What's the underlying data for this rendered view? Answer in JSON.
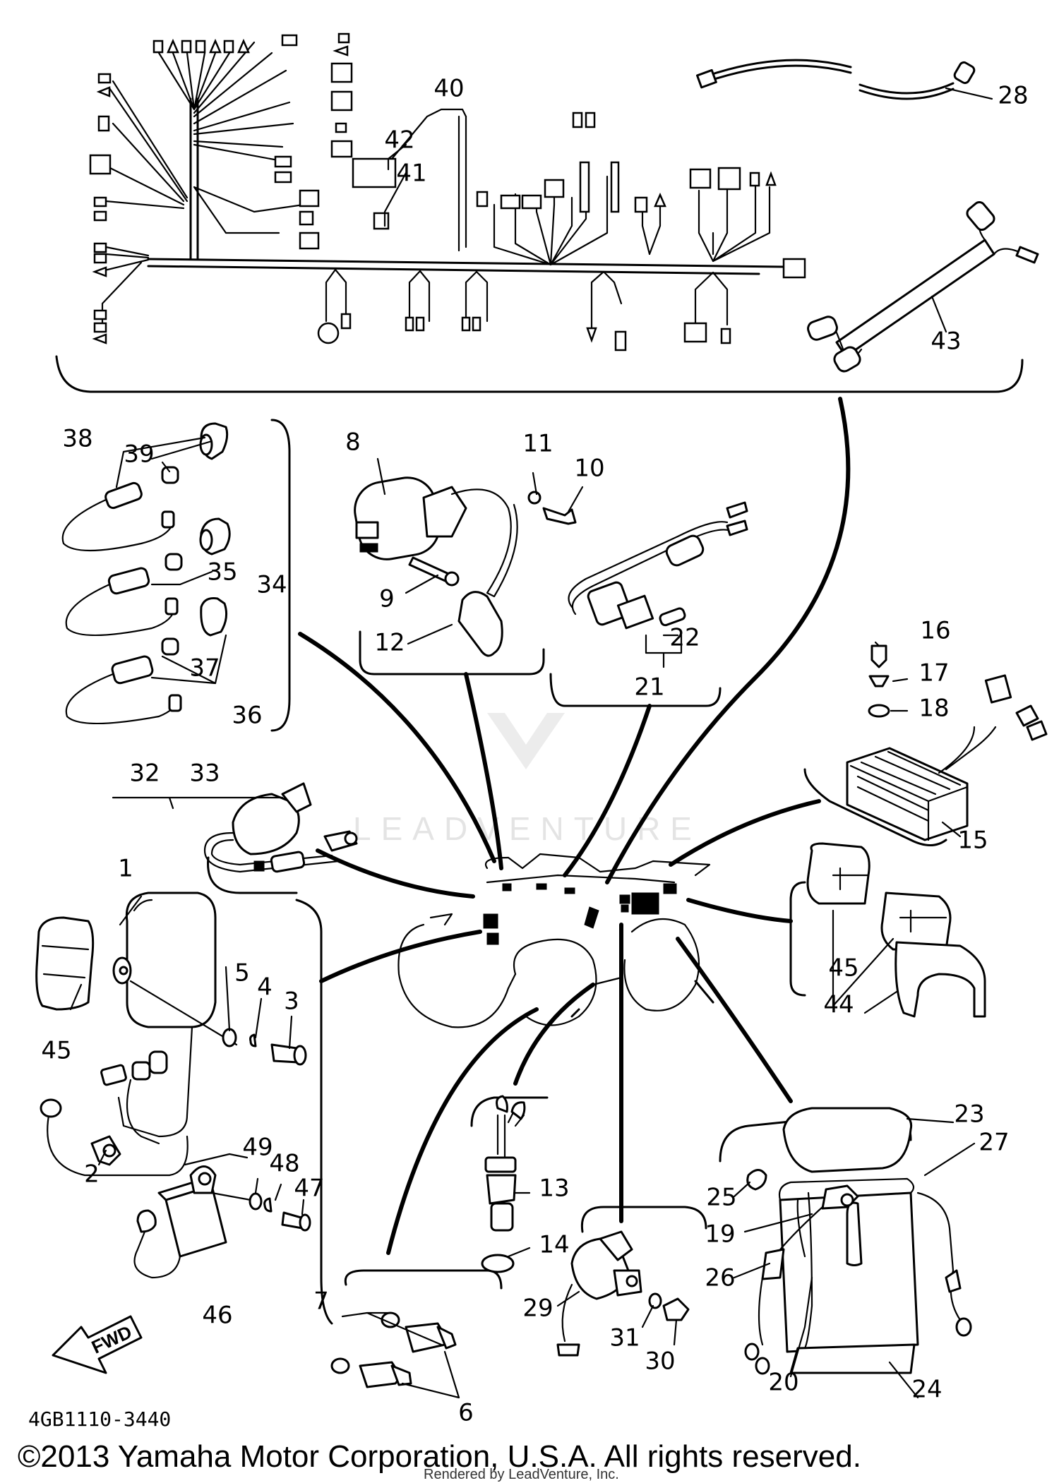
{
  "diagram_code": "4GB1110-3440",
  "copyright": "©2013 Yamaha Motor Corporation, U.S.A. All rights reserved.",
  "credit": "Rendered by LeadVenture, Inc.",
  "watermark": "LEADVENTURE",
  "direction_label": "FWD",
  "callouts": [
    "1",
    "2",
    "3",
    "4",
    "5",
    "6",
    "7",
    "8",
    "9",
    "10",
    "11",
    "12",
    "13",
    "14",
    "15",
    "16",
    "17",
    "18",
    "19",
    "20",
    "21",
    "22",
    "23",
    "24",
    "25",
    "26",
    "27",
    "28",
    "29",
    "30",
    "31",
    "32",
    "33",
    "34",
    "35",
    "36",
    "37",
    "38",
    "39",
    "40",
    "41",
    "42",
    "43",
    "44",
    "45",
    "46",
    "47",
    "48",
    "49"
  ]
}
